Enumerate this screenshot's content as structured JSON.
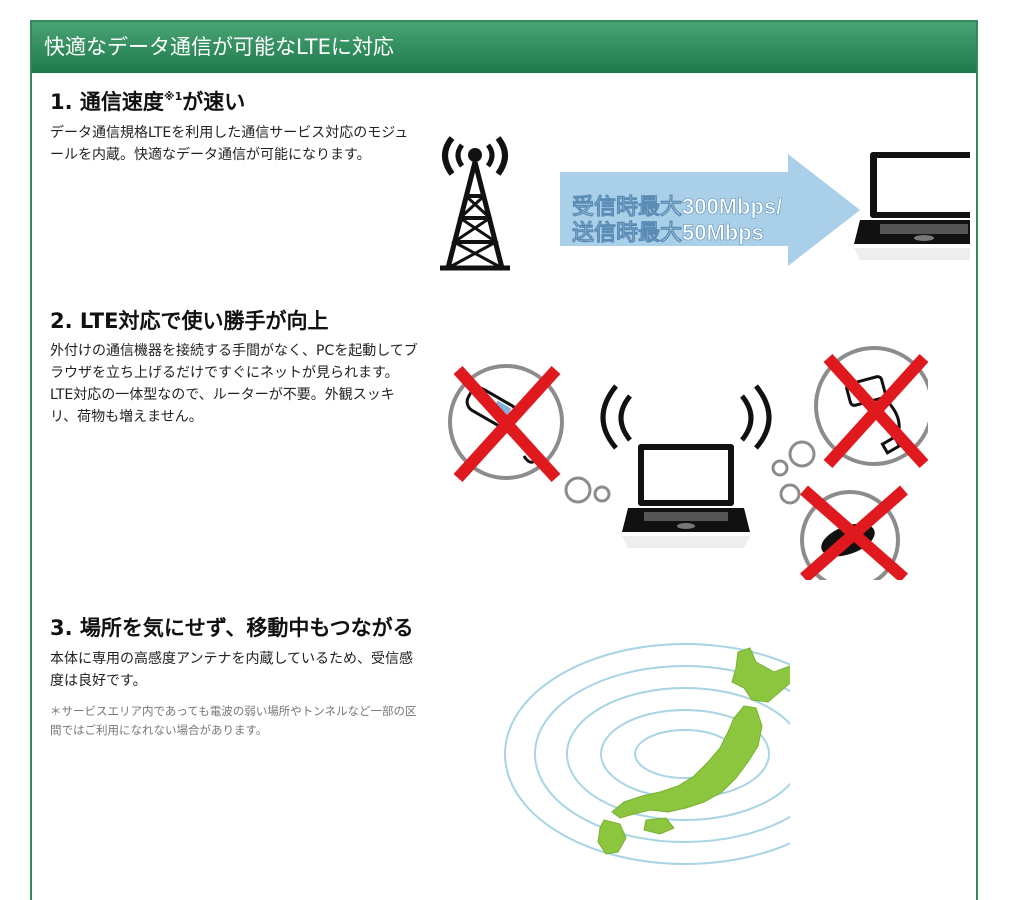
{
  "header": {
    "title": "快適なデータ通信が可能なLTEに対応"
  },
  "sections": [
    {
      "title": "1. 通信速度",
      "title_sup": "※1",
      "title_suffix": "が速い",
      "body": "データ通信規格LTEを利用した通信サービス対応のモジュールを内蔵。快適なデータ通信が可能になります。",
      "graphic": {
        "arrow_line1": "受信時最大300Mbps/",
        "arrow_line2": "送信時最大50Mbps",
        "icons": [
          "antenna-tower-icon",
          "laptop-icon"
        ]
      }
    },
    {
      "title": "2. LTE対応で使い勝手が向上",
      "body": "外付けの通信機器を接続する手間がなく、PCを起動してブラウザを立ち上げるだけですぐにネットが見られます。LTE対応の一体型なので、ルーターが不要。外観スッキリ、荷物も増えません。",
      "graphic": {
        "icons": [
          "laptop-icon",
          "usb-modem-icon",
          "cable-device-icon",
          "mobile-router-icon"
        ]
      }
    },
    {
      "title": "3. 場所を気にせず、移動中もつながる",
      "body": "本体に専用の高感度アンテナを内蔵しているため、受信感度は良好です。",
      "note": "＊サービスエリア内であっても電波の弱い場所やトンネルなど一部の区間ではご利用になれない場合があります。",
      "graphic": {
        "icons": [
          "japan-map-icon"
        ]
      }
    }
  ],
  "colors": {
    "header_top": "#4aa374",
    "header_bottom": "#1d7a4a",
    "arrow": "#a9cfe9",
    "cross": "#e0191e",
    "map": "#8cc63f",
    "rings": "#a8d4e3"
  }
}
